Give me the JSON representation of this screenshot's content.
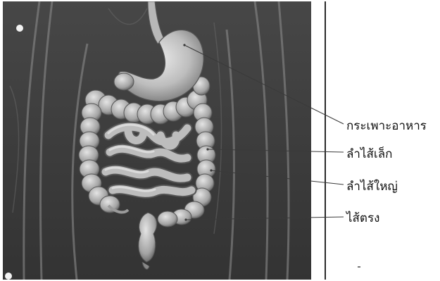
{
  "labels": {
    "stomach": "กระเพาะอาหาร",
    "small_intestine": "ลำไส้เล็ก",
    "large_intestine": "ลำไส้ใหญ่",
    "rectum": "ไส้ตรง"
  },
  "colors": {
    "background": "#3e3e3e",
    "organ_light": "#d9d9d9",
    "organ_mid": "#a8a8a8",
    "organ_dark": "#6b6b6b",
    "leader_line": "#3a3a3a"
  }
}
